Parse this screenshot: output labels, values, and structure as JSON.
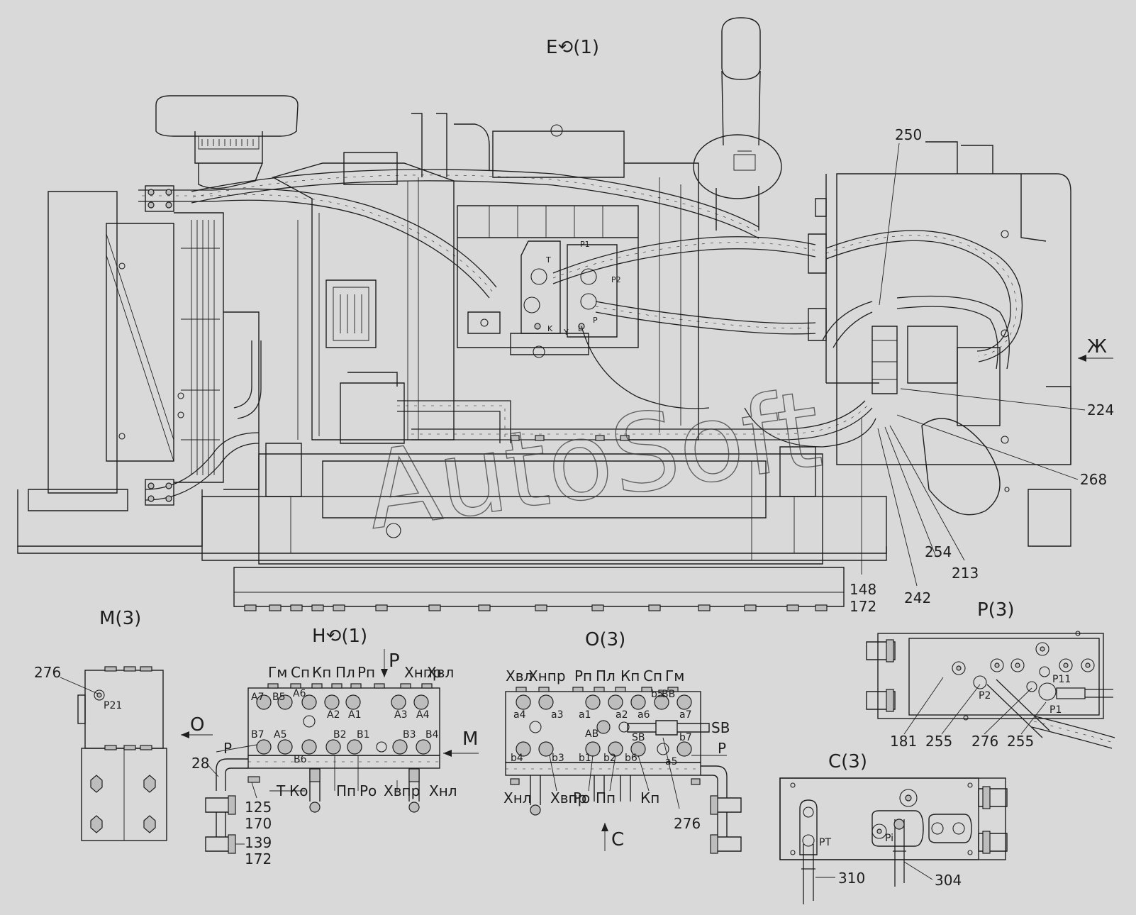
{
  "titles": {
    "main": "Е⟲(1)",
    "view_m": "М(3)",
    "view_n": "Н⟲(1)",
    "view_o": "О(3)",
    "view_p": "Р(3)",
    "view_s": "С(3)"
  },
  "direction_letters": {
    "zh": "Ж",
    "o": "О",
    "m": "М",
    "p": "Р",
    "s": "С"
  },
  "callouts": {
    "c250": "250",
    "c224": "224",
    "c268": "268",
    "c213": "213",
    "c254": "254",
    "c242": "242",
    "c148": "148",
    "c172a": "172",
    "c276m": "276",
    "c28": "28",
    "c125": "125",
    "c170": "170",
    "c139": "139",
    "c172b": "172",
    "c276o": "276",
    "c181": "181",
    "c255a": "255",
    "c276p": "276",
    "c255b": "255",
    "c310": "310",
    "c304": "304"
  },
  "main_ports": {
    "t": "T",
    "p1": "P1",
    "p2": "P2",
    "k": "K",
    "y": "Y",
    "l": "L",
    "p": "P"
  },
  "view_m": {
    "port": "P21"
  },
  "view_n": {
    "top": [
      "Гм",
      "Сп",
      "Кп",
      "Пл",
      "Рп",
      "Хнпр",
      "Хвл"
    ],
    "row1": [
      "A7",
      "B5",
      "A6",
      "A2",
      "A1",
      "A3",
      "A4"
    ],
    "row2": [
      "B7",
      "A5",
      "B6",
      "B2",
      "B1",
      "B3",
      "B4"
    ],
    "bottom": [
      "Т",
      "Ко",
      "Пп",
      "Ро",
      "Хвпр",
      "Хнл"
    ],
    "side_p": "Р"
  },
  "view_o": {
    "top": [
      "Хвл",
      "Хнпр",
      "Рп",
      "Пл",
      "Кп",
      "Сп",
      "Гм"
    ],
    "row1": [
      "a4",
      "a3",
      "a1",
      "a2",
      "a6",
      "b5",
      "BB",
      "a7"
    ],
    "row2": [
      "b4",
      "b3",
      "b1",
      "AB",
      "b2",
      "SB",
      "b6",
      "b7",
      "a5"
    ],
    "bottom": [
      "Хнл",
      "Хвпр",
      "Ро",
      "Пп",
      "Кп"
    ],
    "sb": "SB",
    "side_p": "Р"
  },
  "view_p": {
    "p2": "P2",
    "p11": "P11",
    "p1": "P1"
  },
  "view_s": {
    "pt": "PT",
    "pi": "Pi"
  },
  "watermark": "AutoSoft",
  "colors": {
    "background": "#d9d9d9",
    "ink": "#1e1e1e"
  }
}
